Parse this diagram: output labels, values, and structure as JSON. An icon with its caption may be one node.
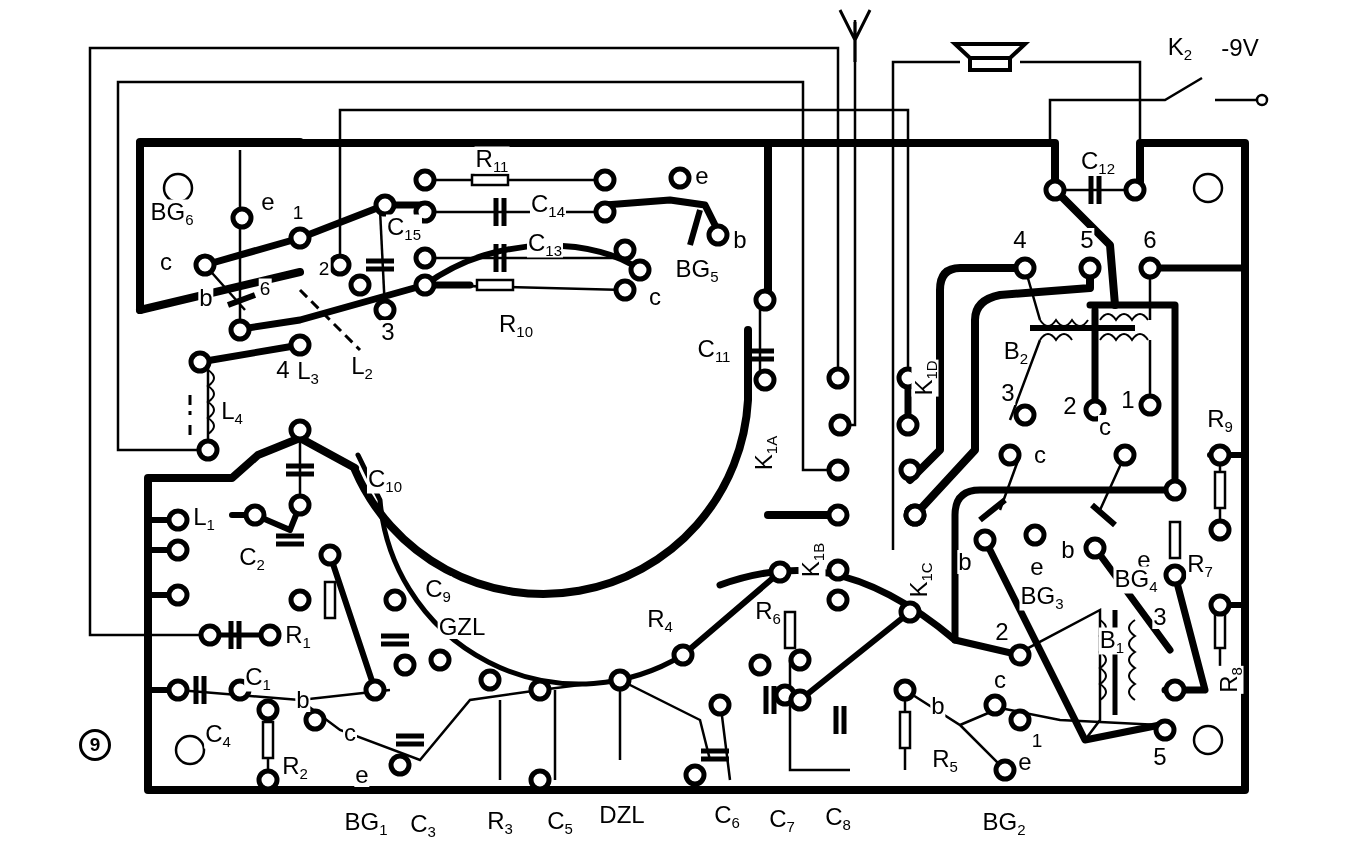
{
  "diagram": {
    "labels": [
      "K$_{2}$",
      "-9V",
      "R$_{11}$",
      "e",
      "C$_{12}$",
      "BG$_{6}$",
      "e",
      "1",
      "C$_{14}$",
      "b",
      "C$_{15}$",
      "4",
      "5",
      "6",
      "c",
      "2",
      "C$_{13}$",
      "6",
      "BG$_{5}$",
      "c",
      "K$_{1D}$",
      "b",
      "3",
      "R$_{10}$",
      "4",
      "L$_{3}$",
      "L$_{2}$",
      "C$_{11}$",
      "B$_{2}$",
      "3",
      "2",
      "1",
      "L$_{4}$",
      "R$_{9}$",
      "K$_{1A}$",
      "c",
      "c",
      "C$_{10}$",
      "L$_{1}$",
      "b",
      "e",
      "b",
      "e",
      "BG$_{3}$",
      "BG$_{4}$",
      "C$_{2}$",
      "R$_{7}$",
      "C$_{9}$",
      "GZL",
      "R$_{4}$",
      "R$_{6}$",
      "K$_{1B}$",
      "K$_{1C}$",
      "R$_{1}$",
      "2",
      "C$_{1}$",
      "R$_{8}$",
      "b",
      "c",
      "3",
      "B$_{1}$",
      "C$_{4}$",
      "c",
      "b",
      "1",
      "5",
      "9",
      "e",
      "R$_{2}$",
      "R$_{5}$",
      "e",
      "BG$_{1}$",
      "C$_{3}$",
      "R$_{3}$",
      "C$_{5}$",
      "DZL",
      "C$_{6}$",
      "C$_{7}$",
      "C$_{8}$",
      "BG$_{2}$"
    ]
  }
}
